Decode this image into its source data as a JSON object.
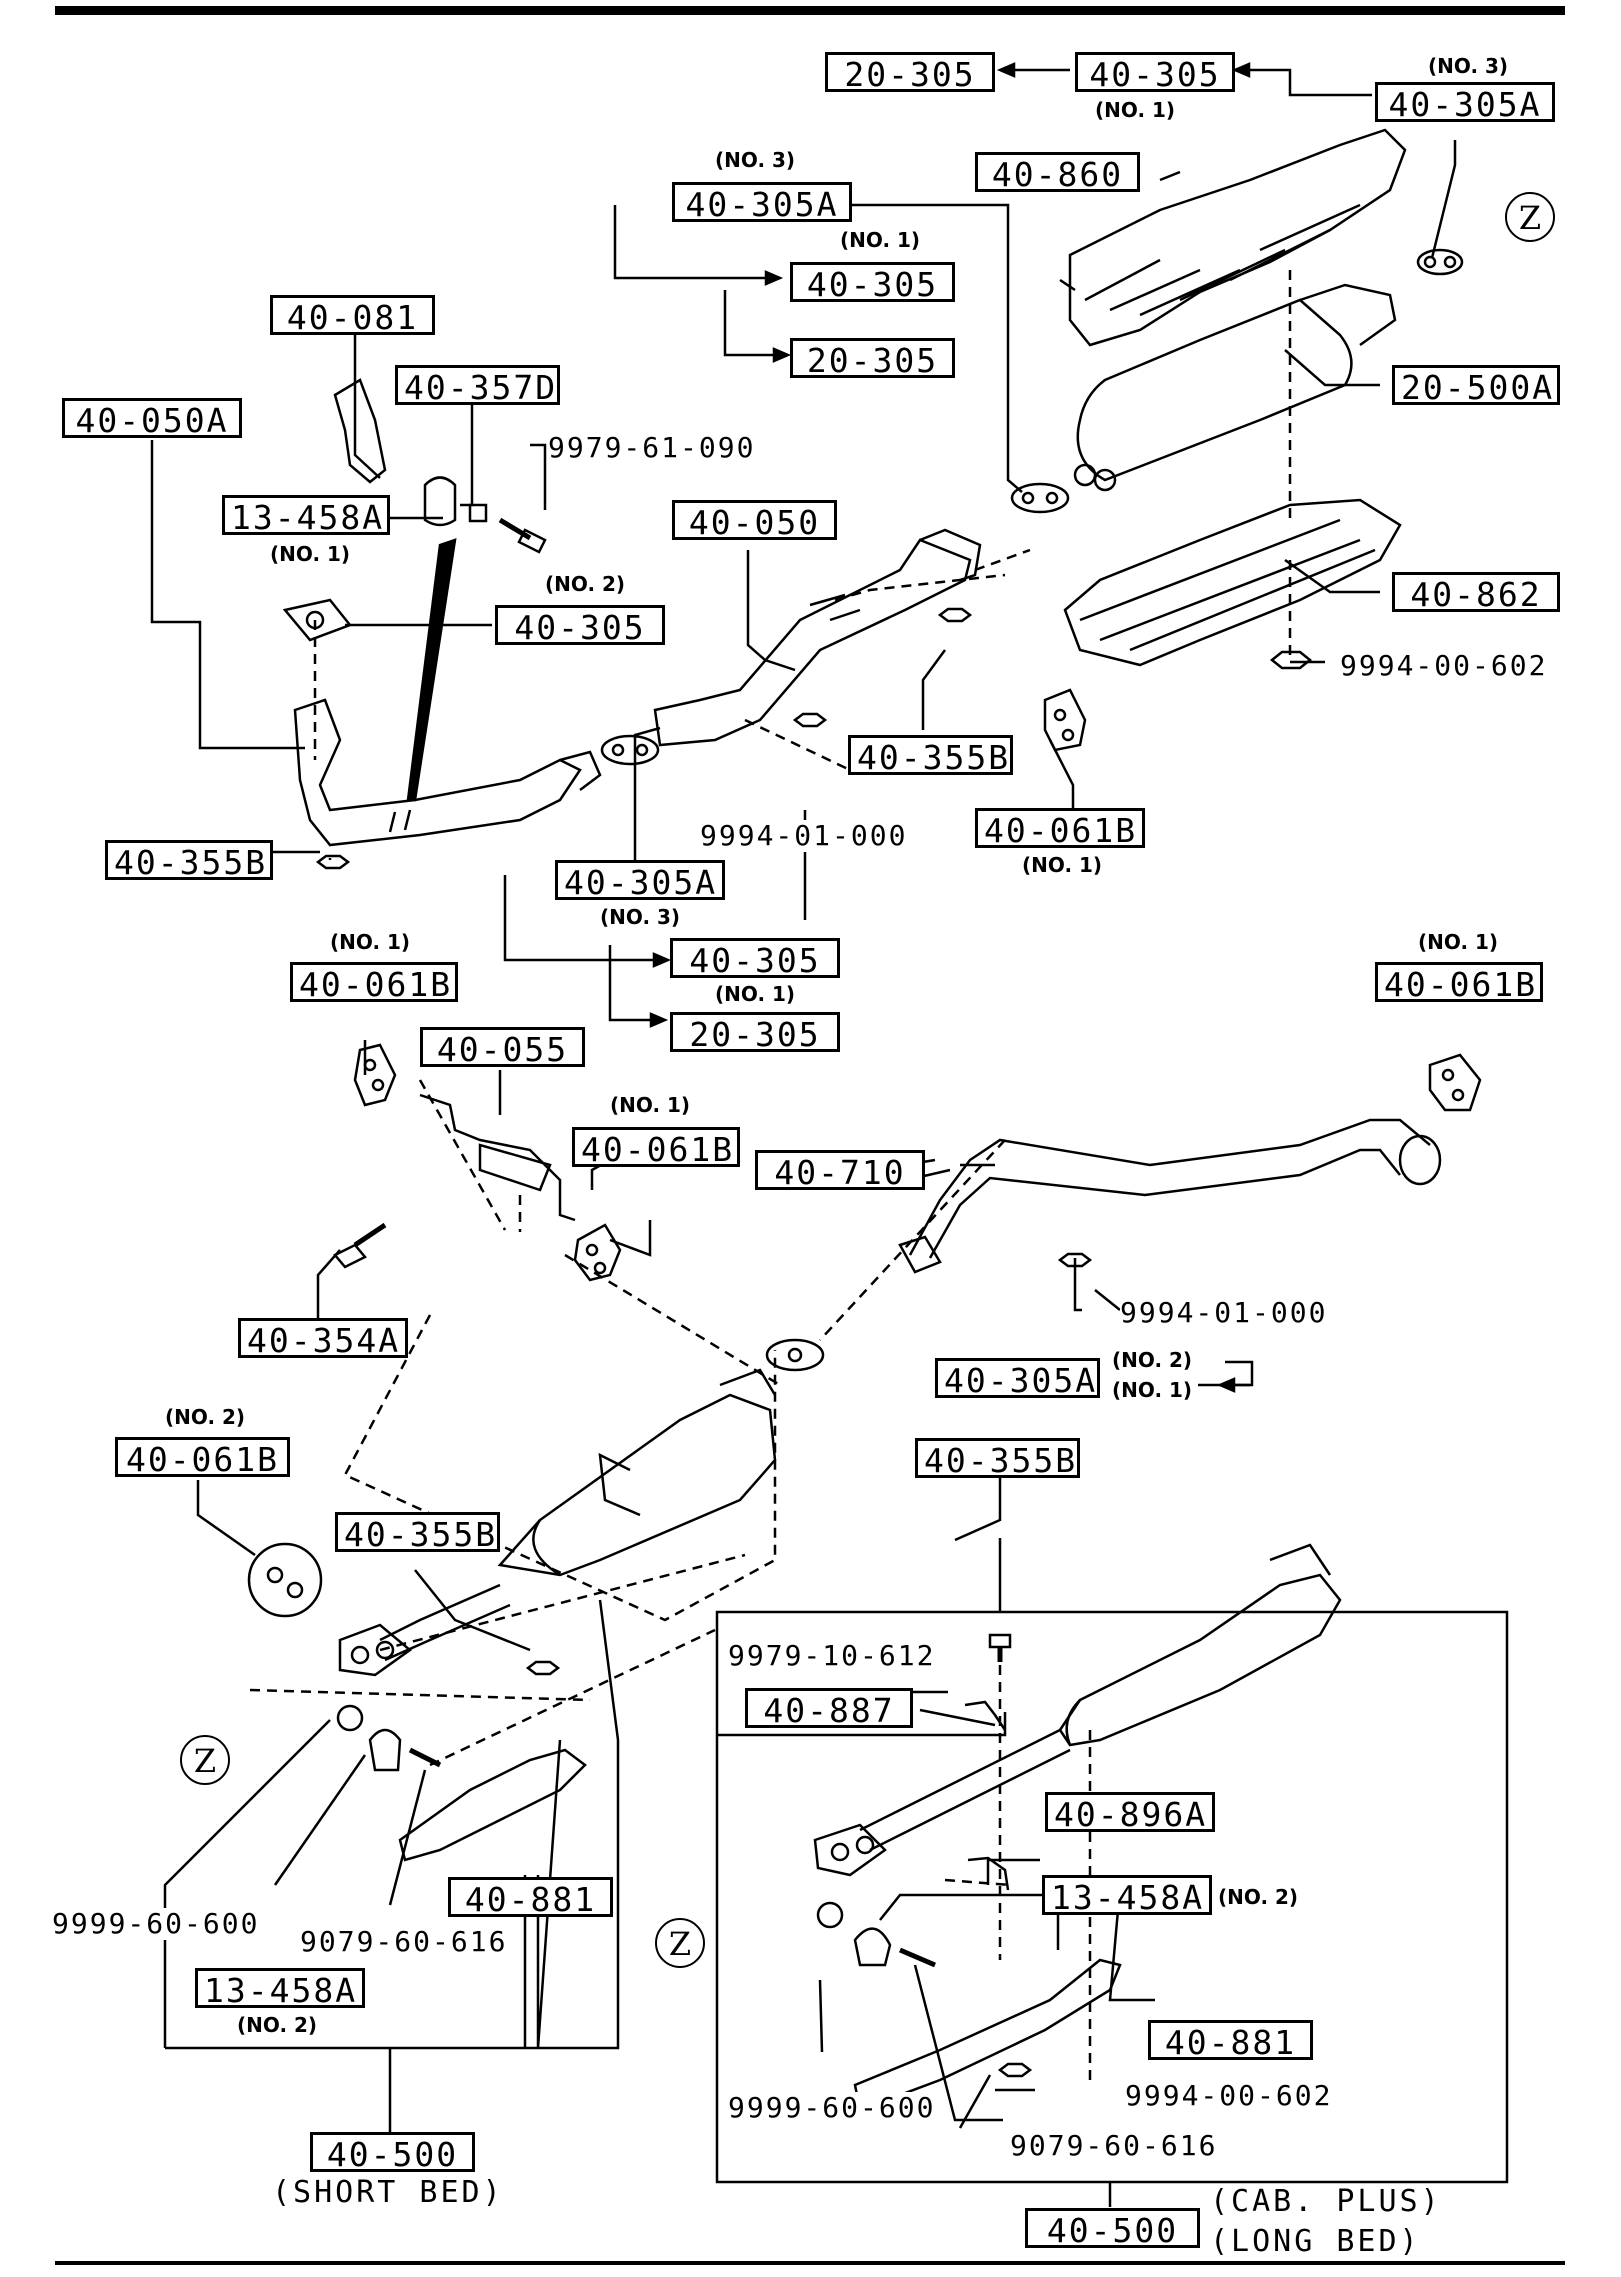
{
  "parts": {
    "p_20_305_a": "20-305",
    "p_40_305_a": "40-305",
    "p_40_305A_a": "40-305A",
    "p_40_860": "40-860",
    "p_40_305A_b": "40-305A",
    "p_40_305_b": "40-305",
    "p_20_305_b": "20-305",
    "p_40_081": "40-081",
    "p_40_357D": "40-357D",
    "p_40_050A": "40-050A",
    "p_13_458A_a": "13-458A",
    "p_40_050": "40-050",
    "p_20_500A": "20-500A",
    "p_40_305_c": "40-305",
    "p_40_862": "40-862",
    "p_40_355B_a": "40-355B",
    "p_40_061B_a": "40-061B",
    "p_40_355B_b": "40-355B",
    "p_40_305A_c": "40-305A",
    "p_40_305_d": "40-305",
    "p_20_305_c": "20-305",
    "p_40_061B_b": "40-061B",
    "p_40_055": "40-055",
    "p_40_061B_c": "40-061B",
    "p_40_061B_d": "40-061B",
    "p_40_710": "40-710",
    "p_40_354A": "40-354A",
    "p_40_305A_d": "40-305A",
    "p_40_061B_e": "40-061B",
    "p_40_355B_c": "40-355B",
    "p_40_355B_d": "40-355B",
    "p_40_887": "40-887",
    "p_40_896A": "40-896A",
    "p_13_458A_b": "13-458A",
    "p_40_881_a": "40-881",
    "p_40_881_b": "40-881",
    "p_13_458A_c": "13-458A",
    "p_40_500_a": "40-500",
    "p_40_500_b": "40-500"
  },
  "numbers": {
    "n_9979_61_090": "9979-61-090",
    "n_9994_00_602_a": "9994-00-602",
    "n_9994_01_000_a": "9994-01-000",
    "n_9994_01_000_b": "9994-01-000",
    "n_9979_10_612": "9979-10-612",
    "n_9999_60_600_a": "9999-60-600",
    "n_9079_60_616_a": "9079-60-616",
    "n_9999_60_600_b": "9999-60-600",
    "n_9994_00_602_b": "9994-00-602",
    "n_9079_60_616_b": "9079-60-616"
  },
  "notes": {
    "no3_a": "(NO. 3)",
    "no1_a": "(NO. 1)",
    "no3_b": "(NO. 3)",
    "no1_b": "(NO. 1)",
    "no1_c": "(NO. 1)",
    "no2_a": "(NO. 2)",
    "no1_d": "(NO. 1)",
    "no3_c": "(NO. 3)",
    "no1_e": "(NO. 1)",
    "no1_f": "(NO. 1)",
    "no1_g": "(NO. 1)",
    "no1_h": "(NO. 1)",
    "no2_b": "(NO. 2)",
    "no1_i": "(NO. 1)",
    "no2_c": "(NO. 2)",
    "no2_d": "(NO. 2)",
    "no2_e": "(NO. 2)"
  },
  "captions": {
    "short_bed": "(SHORT BED)",
    "cab_plus": "(CAB. PLUS)",
    "long_bed": "(LONG BED)"
  },
  "markers": {
    "z": "Z"
  }
}
